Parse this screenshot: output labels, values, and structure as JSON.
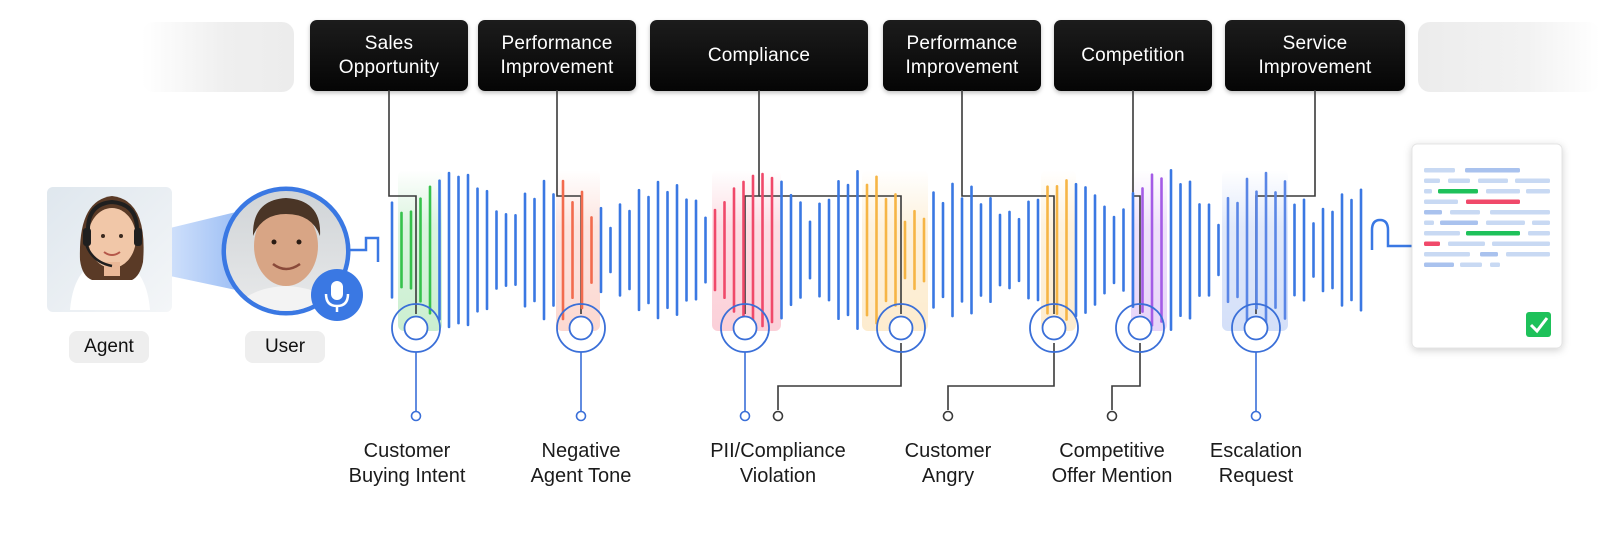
{
  "categories": [
    {
      "label": "Sales\nOpportunity"
    },
    {
      "label": "Performance\nImprovement"
    },
    {
      "label": "Compliance"
    },
    {
      "label": "Performance\nImprovement"
    },
    {
      "label": "Competition"
    },
    {
      "label": "Service\nImprovement"
    }
  ],
  "events": [
    {
      "label": "Customer\nBuying Intent",
      "highlight_color": "#36c24c"
    },
    {
      "label": "Negative\nAgent Tone",
      "highlight_color": "#f26b4e"
    },
    {
      "label": "PII/Compliance\nViolation",
      "highlight_color": "#f0496a"
    },
    {
      "label": "Customer\nAngry",
      "highlight_color": "#f6b545"
    },
    {
      "label": "Competitive\nOffer  Mention",
      "highlight_color": "#a45ce6"
    },
    {
      "label": "Escalation\nRequest",
      "highlight_color": "#5a86e6"
    }
  ],
  "roles": {
    "agent": "Agent",
    "user": "User"
  },
  "colors": {
    "wave": "#3a78e3",
    "connector": "#3a3a3a",
    "node": "#3a6fd8",
    "check": "#1ec15a",
    "mic": "#3a78e3"
  },
  "icons": {
    "mic": "microphone-icon",
    "check": "checkbox-checked-icon",
    "document": "report-document-icon"
  }
}
